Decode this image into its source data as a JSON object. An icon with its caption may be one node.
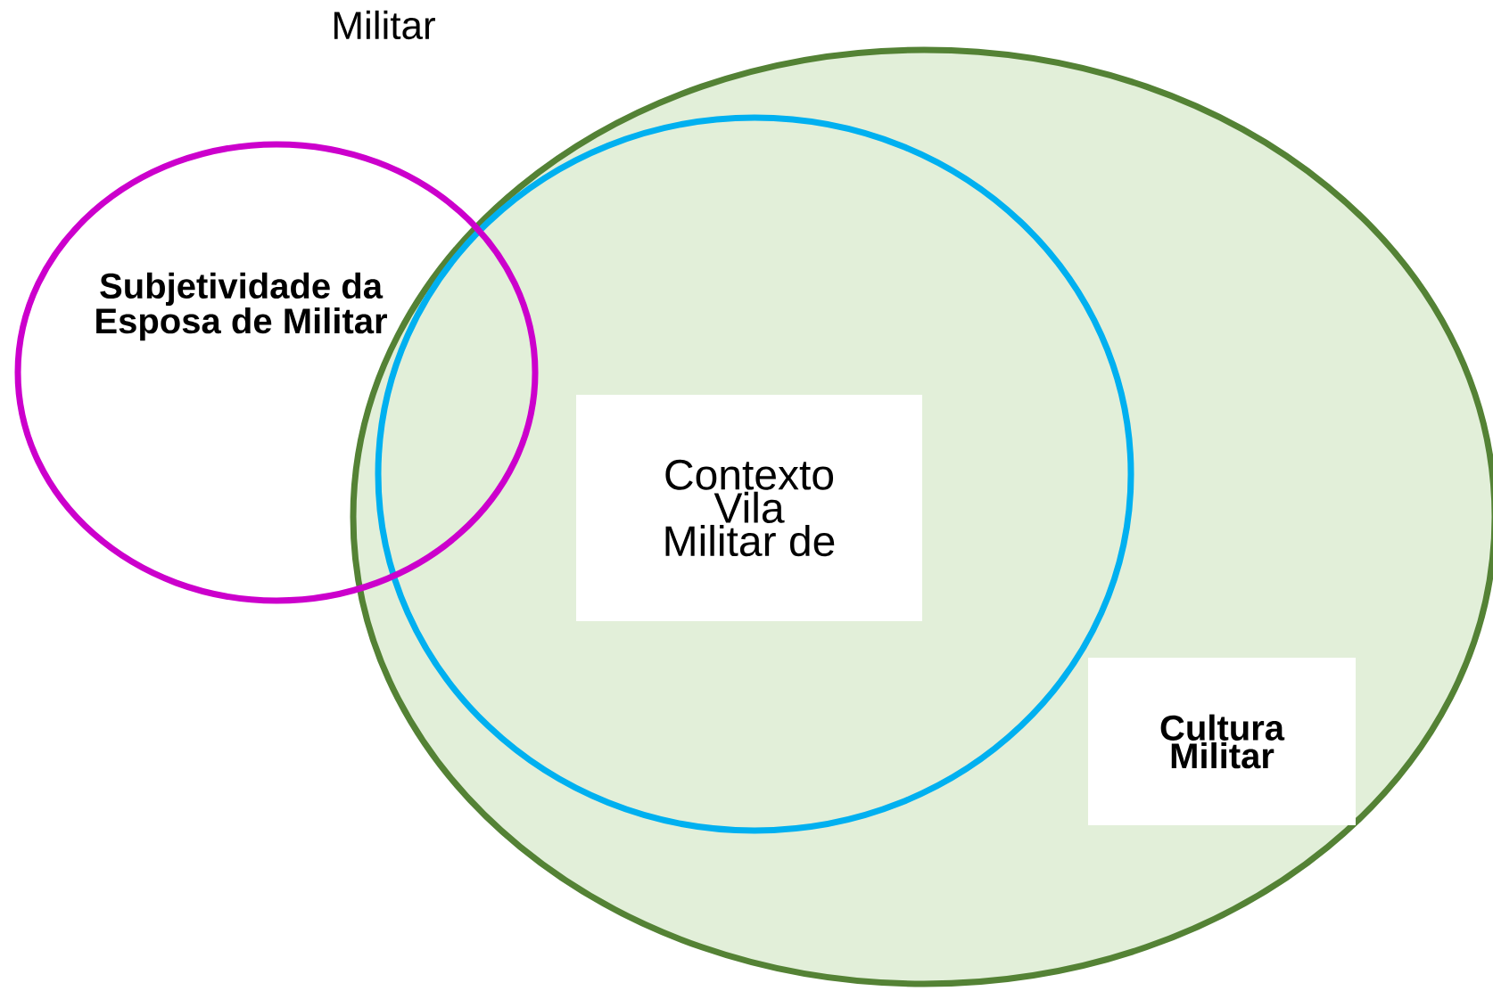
{
  "diagram": {
    "nodes": [
      {
        "text": [
          "Cultura Militar"
        ]
      },
      {
        "text": [
          "Contexto Vila Militar de"
        ],
        "in": 0
      },
      {
        "text": [
          "Subjetividade da Esposa de Militar"
        ]
      }
    ],
    "labels": [
      "Militar"
    ]
  }
}
